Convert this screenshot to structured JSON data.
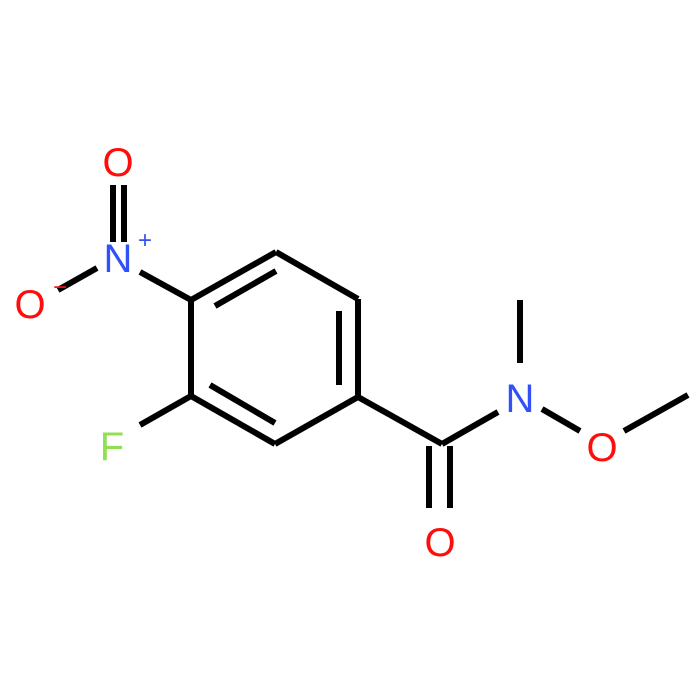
{
  "molecule": {
    "colors": {
      "bond": "#000000",
      "oxygen": "#ff0d0d",
      "nitrogen": "#3050f8",
      "fluorine": "#90e050"
    },
    "atoms": {
      "nitro_O_top": "O",
      "nitro_N": "N",
      "nitro_N_charge": "+",
      "nitro_O_left": "O",
      "nitro_O_left_charge": "−",
      "fluorine": "F",
      "amide_N": "N",
      "methoxy_O": "O",
      "carbonyl_O": "O"
    }
  }
}
